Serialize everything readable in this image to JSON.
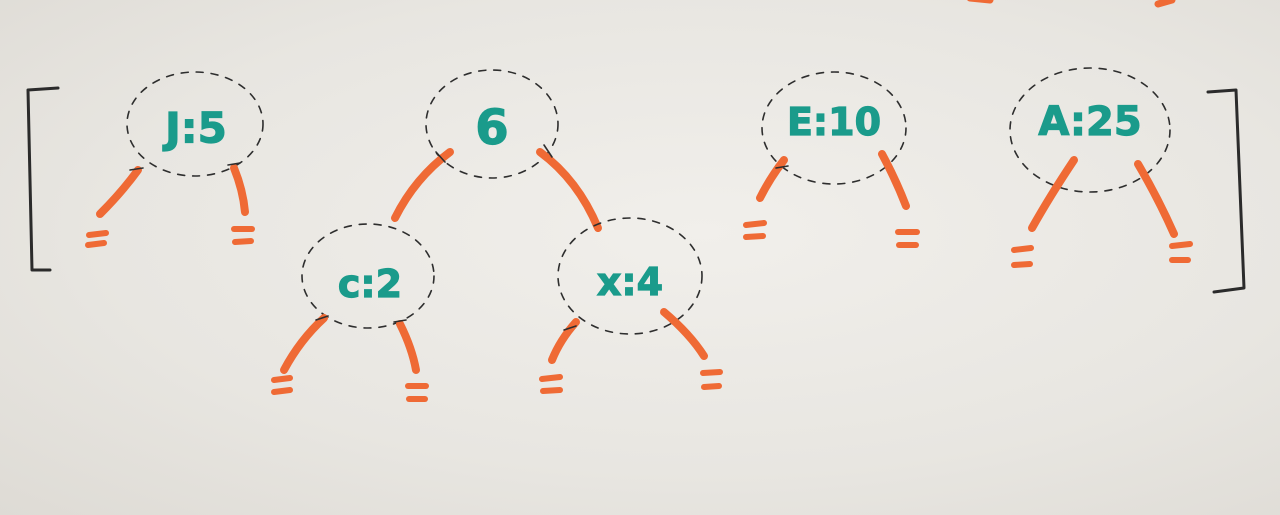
{
  "colors": {
    "paper": "#e9e7e2",
    "node_text": "#1a9b8b",
    "edges": "#ef6a35",
    "outline": "#2e2e2e"
  },
  "forest": {
    "trees": [
      {
        "root": {
          "label": "J:5"
        },
        "leaf": true
      },
      {
        "root": {
          "label": "6"
        },
        "children": [
          {
            "label": "c:2"
          },
          {
            "label": "x:4"
          }
        ]
      },
      {
        "root": {
          "label": "E:10"
        },
        "leaf": true
      },
      {
        "root": {
          "label": "A:25"
        },
        "leaf": true
      }
    ]
  }
}
